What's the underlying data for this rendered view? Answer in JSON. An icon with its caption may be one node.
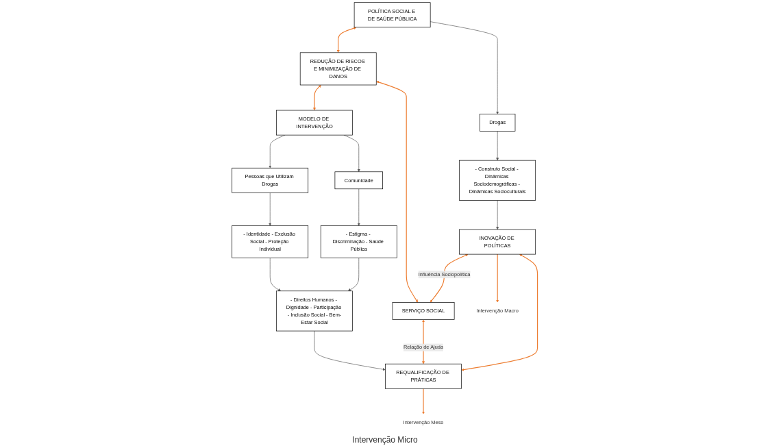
{
  "diagram": {
    "nodes": [
      {
        "text": [
          "POLÍTICA SOCIAL E DE SAÚDE PÚBLICA"
        ]
      },
      {
        "text": [
          "REDUÇÃO DE RISCOS E MINIMIZAÇÃO DE DANOS"
        ]
      },
      {
        "text": [
          "MODELO DE INTERVENÇÃO"
        ]
      },
      {
        "text": [
          "Drogas"
        ]
      },
      {
        "text": [
          "Pessoas que Utilizam Drogas"
        ]
      },
      {
        "text": [
          "Comunidade"
        ]
      },
      {
        "text": [
          "- Identidade - Exclusão Social - Proteção Individual"
        ]
      },
      {
        "text": [
          "- Estigma - Discriminação - Saúde Pública"
        ]
      },
      {
        "text": [
          "- Construto Social - Dinâmicas Sociodemográficas - Dinâmicas Socioculturais"
        ]
      },
      {
        "text": [
          "- Direitos Humanos - Dignidade - Participação - Inclusão Social - Bem-Estar Social"
        ]
      },
      {
        "text": [
          "INOVAÇÃO DE POLÍTICAS"
        ]
      },
      {
        "text": [
          "SERVIÇO SOCIAL"
        ]
      },
      {
        "text": [
          "REQUALIFICAÇÃO DE PRÁTICAS"
        ]
      },
      {
        "text": [
          "Intervenção Macro"
        ]
      },
      {
        "text": [
          "Intervenção Meso"
        ]
      }
    ],
    "edges": [
      {
        "from": 0,
        "to": 1,
        "arrow": "both",
        "color": "#ed7d31"
      },
      {
        "from": 1,
        "to": 2,
        "arrow": "both",
        "color": "#ed7d31"
      },
      {
        "from": 0,
        "to": 3,
        "arrow": "to"
      },
      {
        "from": 3,
        "to": 8,
        "arrow": "to"
      },
      {
        "from": 8,
        "to": 10,
        "arrow": "to"
      },
      {
        "from": 2,
        "to": 4,
        "arrow": "to"
      },
      {
        "from": 2,
        "to": 5,
        "arrow": "to"
      },
      {
        "from": 4,
        "to": 6,
        "arrow": "to"
      },
      {
        "from": 5,
        "to": 7,
        "arrow": "to"
      },
      {
        "from": 6,
        "to": 9,
        "arrow": "to"
      },
      {
        "from": 7,
        "to": 9,
        "arrow": "to"
      },
      {
        "from": 9,
        "to": 12,
        "arrow": "to"
      },
      {
        "from": 1,
        "to": 11,
        "arrow": "both",
        "color": "#ed7d31"
      },
      {
        "from": 10,
        "to": 11,
        "arrow": "both",
        "label": "Influência Sociopolítica",
        "color": "#ed7d31"
      },
      {
        "from": 11,
        "to": 12,
        "arrow": "both",
        "label": "Relação de Ajuda",
        "color": "#ed7d31"
      },
      {
        "from": 10,
        "to": 12,
        "arrow": "both",
        "color": "#ed7d31"
      },
      {
        "from": 10,
        "to": 13,
        "arrow": "to",
        "color": "#ed7d31"
      },
      {
        "from": 12,
        "to": 14,
        "arrow": "to",
        "color": "#ed7d31"
      }
    ],
    "labels": [
      "Intervenção Micro"
    ]
  }
}
